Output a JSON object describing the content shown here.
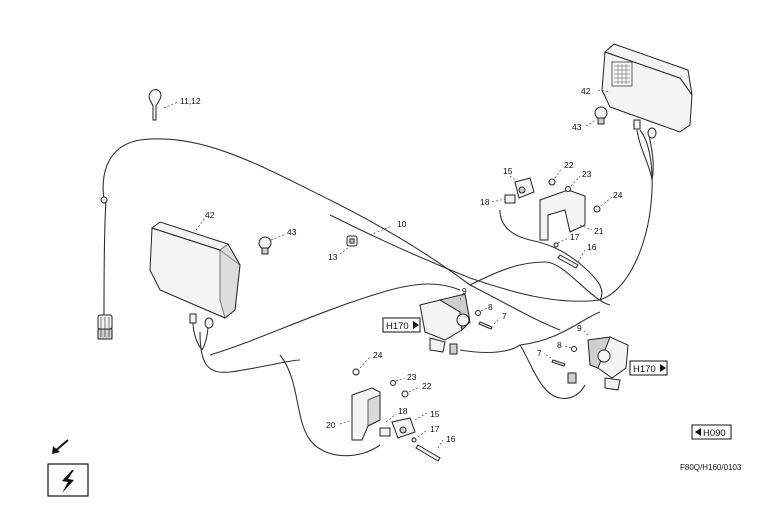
{
  "labels": {
    "l_11_12": "11,12",
    "l_10": "10",
    "l_13": "13",
    "l_42a": "42",
    "l_43a": "43",
    "l_42b": "42",
    "l_43b": "43",
    "l_15a": "15",
    "l_22a": "22",
    "l_23a": "23",
    "l_18a": "18",
    "l_24a": "24",
    "l_21": "21",
    "l_17a": "17",
    "l_16a": "16",
    "l_9a": "9",
    "l_8a": "8",
    "l_7a": "7",
    "l_9b": "9",
    "l_8b": "8",
    "l_7b": "7",
    "l_24b": "24",
    "l_23b": "23",
    "l_22b": "22",
    "l_20": "20",
    "l_18b": "18",
    "l_15b": "15",
    "l_17b": "17",
    "l_16b": "16"
  },
  "refs": {
    "h170_left": "H170",
    "h170_right": "H170",
    "h090": "H090"
  },
  "drawing_code": "F80Q/H160/0103",
  "icons": {
    "arrow": "down-left-arrow-icon",
    "electric": "lightning-bolt-icon"
  }
}
